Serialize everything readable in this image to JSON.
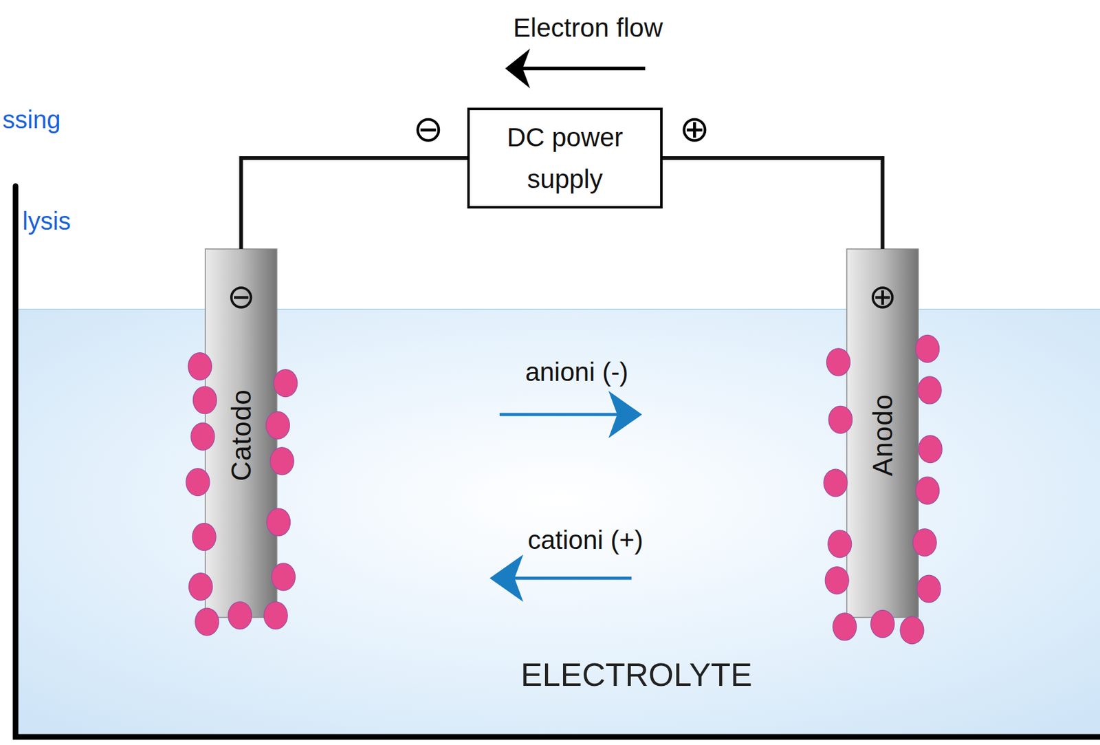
{
  "diagram": {
    "nodes": [
      {
        "text": [
          "DC power supply"
        ]
      },
      {
        "text": [
          "⊖",
          "Catodo"
        ]
      },
      {
        "text": [
          "⊕",
          "Anodo"
        ]
      }
    ],
    "edges": [
      {
        "from": 0,
        "to": 1,
        "arrow": "none"
      },
      {
        "from": 0,
        "to": 2,
        "arrow": "none"
      }
    ],
    "labels": [
      "ssing",
      "lysis",
      "Electron flow",
      "⊖",
      "⊕",
      "anioni (-)",
      "cationi (+)",
      "ELECTROLYTE"
    ]
  }
}
